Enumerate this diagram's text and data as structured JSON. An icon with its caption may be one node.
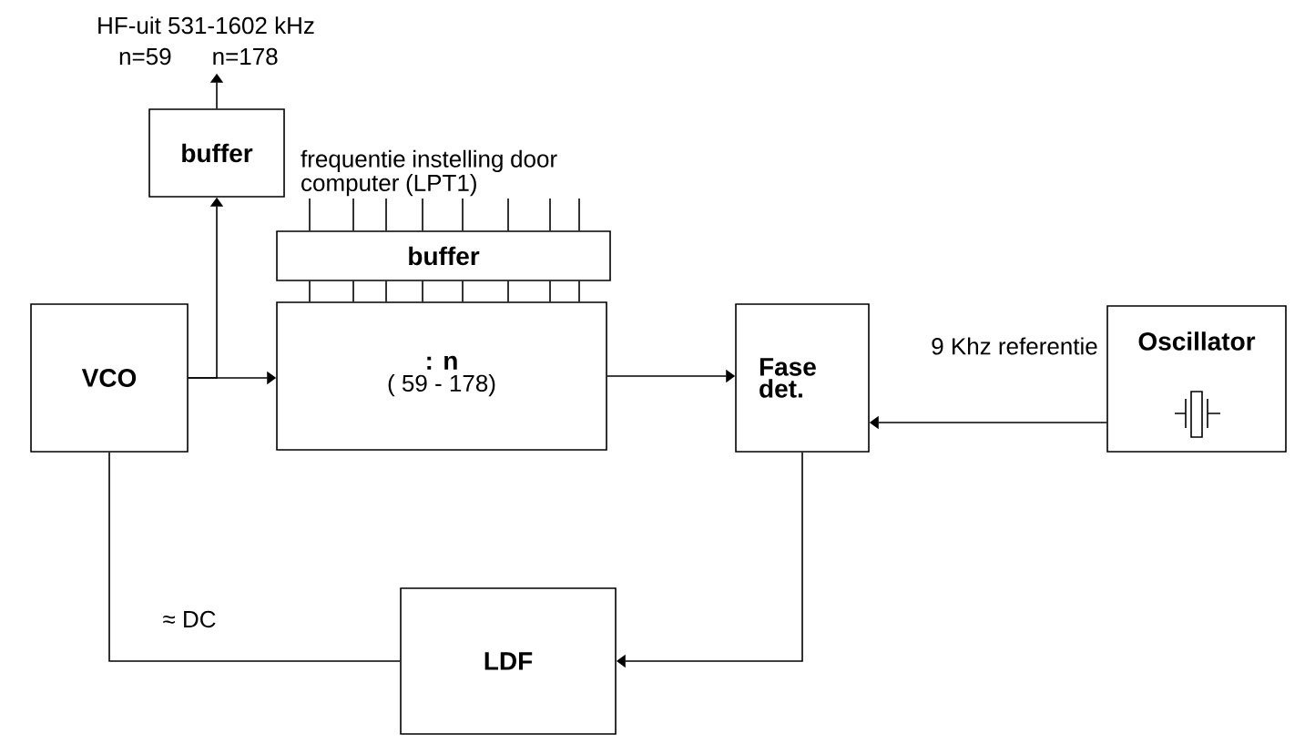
{
  "diagram": {
    "nodes": [
      {
        "text": [
          "buffer"
        ]
      },
      {
        "text": [
          "frequentie instelling door computer (LPT1)"
        ]
      },
      {
        "text": [
          "buffer"
        ]
      },
      {
        "text": [
          "VCO"
        ]
      },
      {
        "text": [
          ": n",
          "( 59 - 178)"
        ]
      },
      {
        "text": [
          "Fase det."
        ]
      },
      {
        "text": [
          "Oscillator"
        ]
      },
      {
        "text": [
          "LDF"
        ]
      },
      {
        "text": [
          "HF-uit 531-1602 kHz",
          "n=59",
          "n=178"
        ]
      }
    ],
    "edges": [
      {
        "from": 1,
        "to": 2,
        "arrow": "none"
      },
      {
        "from": 1,
        "to": 2,
        "arrow": "none"
      },
      {
        "from": 1,
        "to": 2,
        "arrow": "none"
      },
      {
        "from": 1,
        "to": 2,
        "arrow": "none"
      },
      {
        "from": 1,
        "to": 2,
        "arrow": "none"
      },
      {
        "from": 1,
        "to": 2,
        "arrow": "none"
      },
      {
        "from": 1,
        "to": 2,
        "arrow": "none"
      },
      {
        "from": 1,
        "to": 2,
        "arrow": "none"
      },
      {
        "from": 2,
        "to": 4,
        "arrow": "none"
      },
      {
        "from": 2,
        "to": 4,
        "arrow": "none"
      },
      {
        "from": 2,
        "to": 4,
        "arrow": "none"
      },
      {
        "from": 2,
        "to": 4,
        "arrow": "none"
      },
      {
        "from": 2,
        "to": 4,
        "arrow": "none"
      },
      {
        "from": 2,
        "to": 4,
        "arrow": "none"
      },
      {
        "from": 2,
        "to": 4,
        "arrow": "none"
      },
      {
        "from": 2,
        "to": 4,
        "arrow": "none"
      },
      {
        "from": 3,
        "to": 4,
        "arrow": "to"
      },
      {
        "from": 3,
        "to": 0,
        "arrow": "to"
      },
      {
        "from": 0,
        "to": 8,
        "arrow": "to"
      },
      {
        "from": 4,
        "to": 5,
        "arrow": "to"
      },
      {
        "from": 6,
        "to": 5,
        "arrow": "to",
        "label": "9 Khz referentie"
      },
      {
        "from": 5,
        "to": 7,
        "arrow": "to"
      },
      {
        "from": 7,
        "to": 3,
        "arrow": "none",
        "label": "≈ DC"
      }
    ],
    "labels": []
  }
}
